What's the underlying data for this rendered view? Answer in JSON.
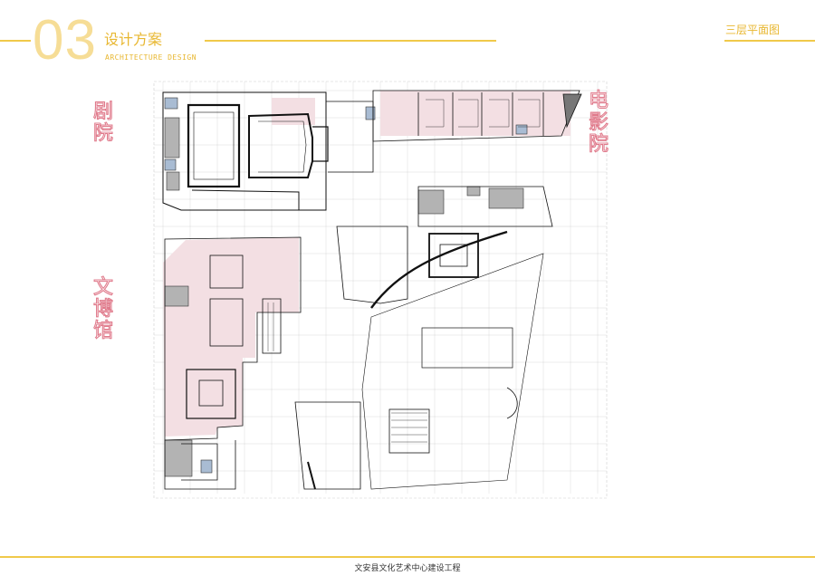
{
  "header": {
    "section_number": "03",
    "section_title": "设计方案",
    "section_subtitle": "ARCHITECTURE DESIGN",
    "page_name": "三层平面图"
  },
  "labels": {
    "theater": "剧院",
    "cinema": "电影院",
    "museum": "文博馆"
  },
  "footer": {
    "project_name": "文安县文化艺术中心建设工程"
  },
  "colors": {
    "accent_gold": "#f0c94a",
    "label_pink": "#e07b8c",
    "zone_pink": "#f3dfe3",
    "zone_blue": "#a9bcd3",
    "zone_grey": "#b3b3b3"
  }
}
